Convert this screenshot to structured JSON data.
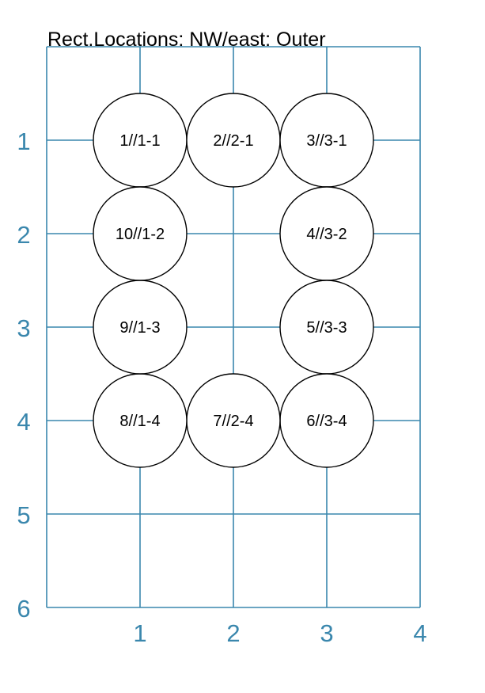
{
  "title": "Rect.Locations: NW/east: Outer",
  "colors": {
    "grid": "#3a87ad",
    "axis_text": "#3a87ad",
    "circle_stroke": "#000000",
    "circle_fill": "#ffffff"
  },
  "x_axis": {
    "range": [
      0,
      4
    ],
    "ticks": [
      "1",
      "2",
      "3",
      "4"
    ]
  },
  "y_axis": {
    "range": [
      0,
      6
    ],
    "ticks": [
      "1",
      "2",
      "3",
      "4",
      "5",
      "6"
    ],
    "inverted": true
  },
  "locations": [
    {
      "label": "1//1-1",
      "col": 1,
      "row": 1
    },
    {
      "label": "2//2-1",
      "col": 2,
      "row": 1
    },
    {
      "label": "3//3-1",
      "col": 3,
      "row": 1
    },
    {
      "label": "4//3-2",
      "col": 3,
      "row": 2
    },
    {
      "label": "5//3-3",
      "col": 3,
      "row": 3
    },
    {
      "label": "6//3-4",
      "col": 3,
      "row": 4
    },
    {
      "label": "7//2-4",
      "col": 2,
      "row": 4
    },
    {
      "label": "8//1-4",
      "col": 1,
      "row": 4
    },
    {
      "label": "9//1-3",
      "col": 1,
      "row": 3
    },
    {
      "label": "10//1-2",
      "col": 1,
      "row": 2
    }
  ]
}
